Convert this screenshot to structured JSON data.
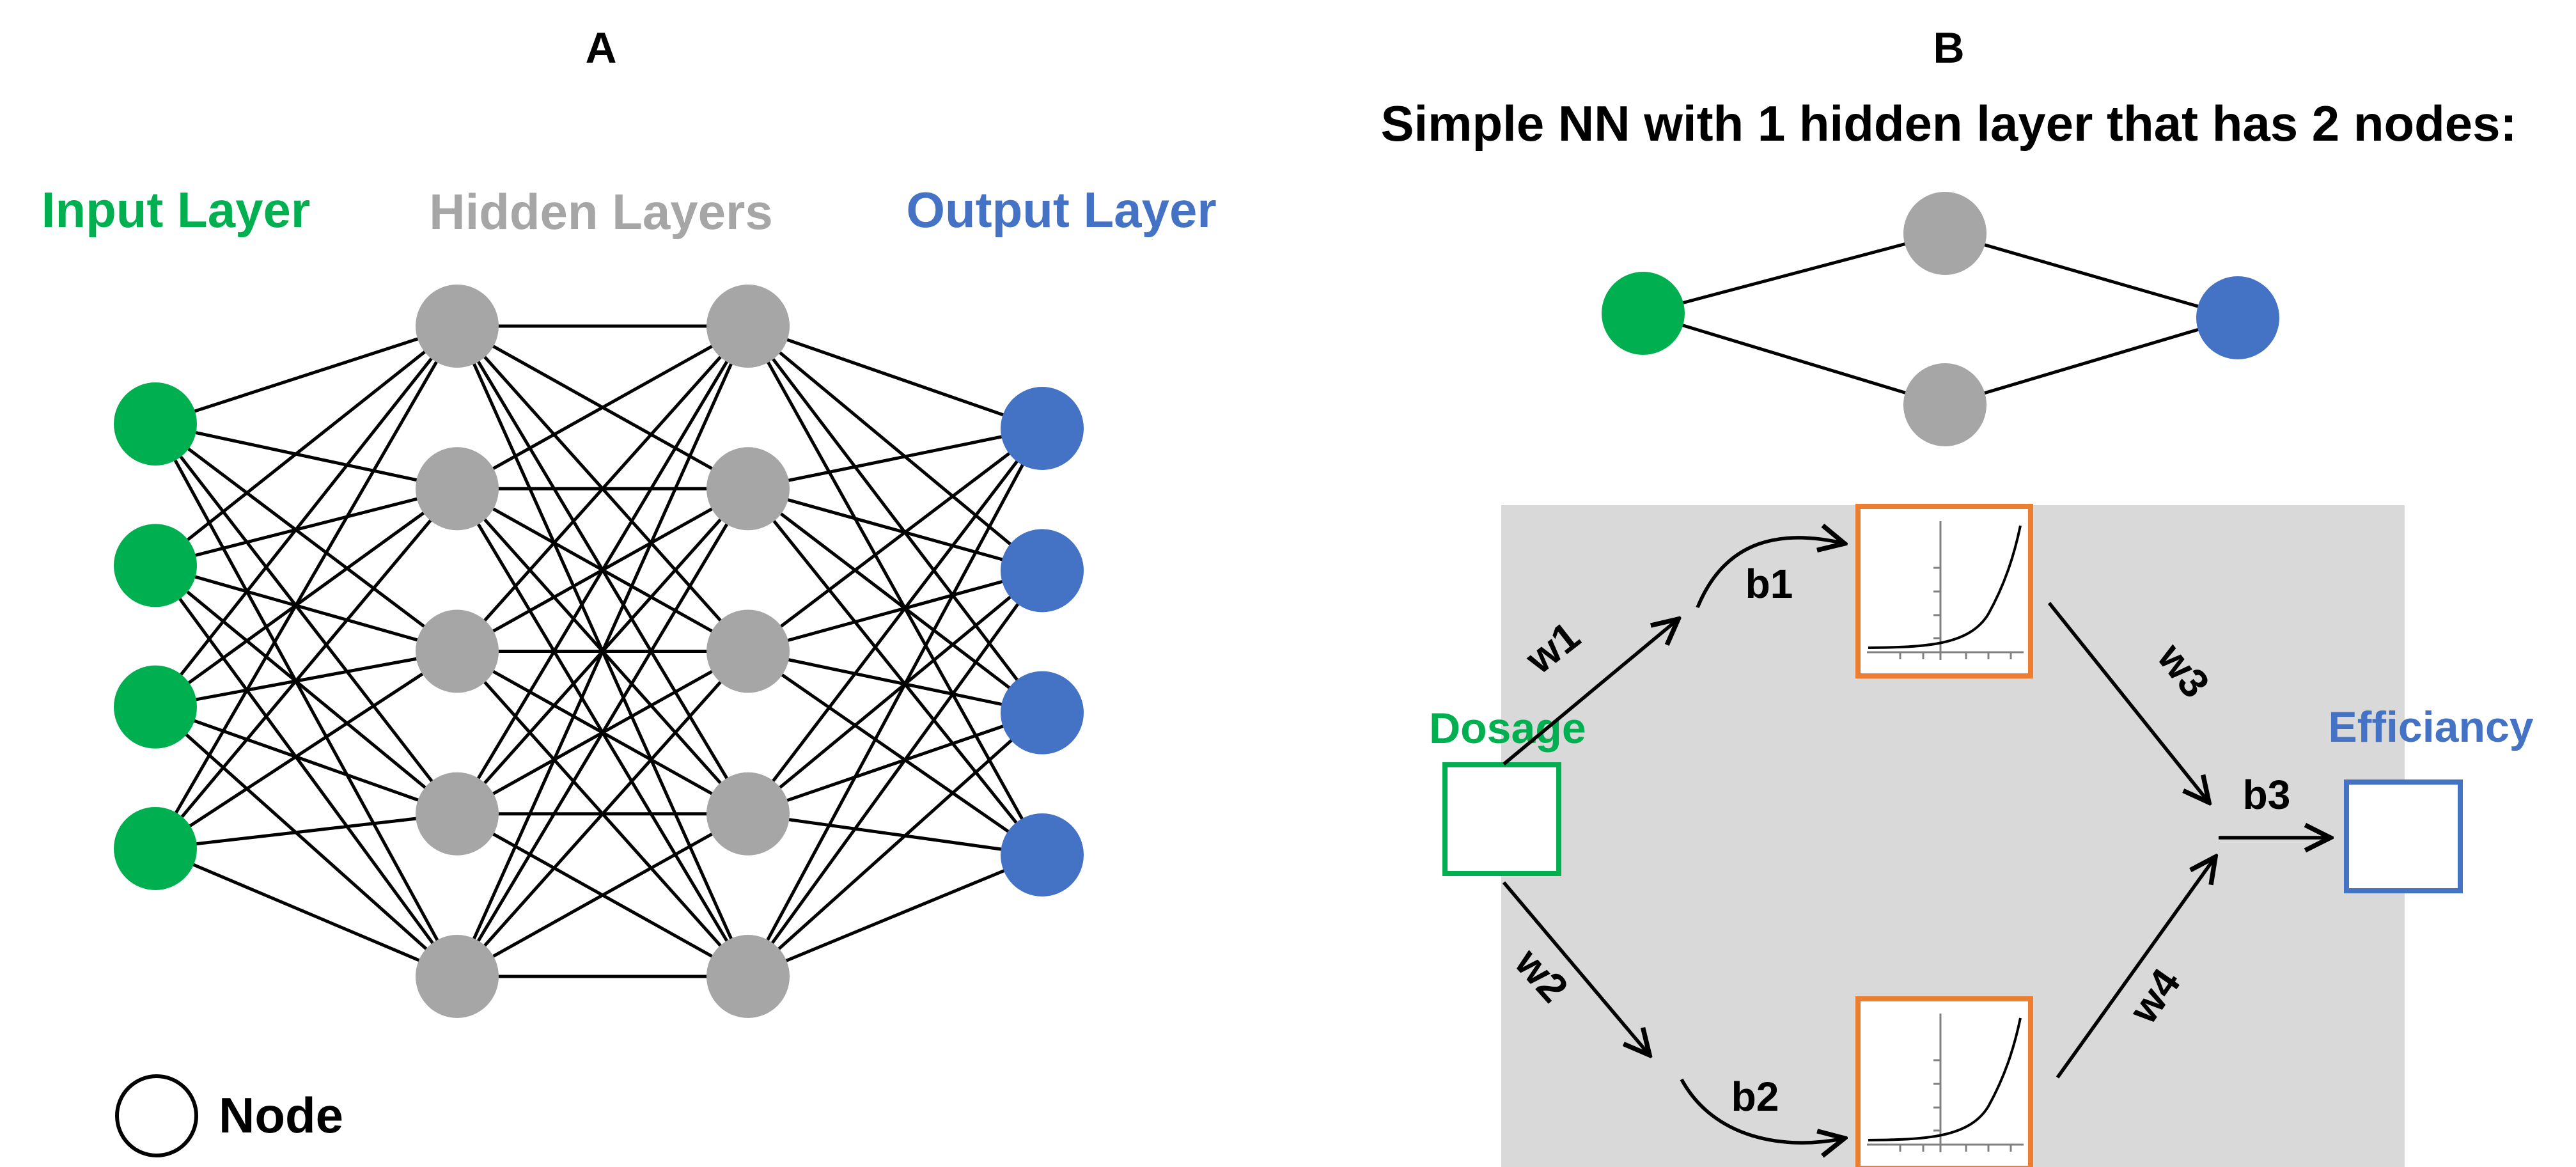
{
  "panel_a": {
    "label": "A",
    "input_label": "Input Layer",
    "hidden_label": "Hidden Layers",
    "output_label": "Output Layer",
    "legend_label": "Node",
    "node_counts": {
      "input": 4,
      "hidden_1": 5,
      "hidden_2": 5,
      "output": 4
    }
  },
  "panel_b": {
    "label": "B",
    "title": "Simple NN with 1 hidden layer that has 2 nodes:",
    "input_box_label": "Dosage",
    "output_box_label": "Efficiancy",
    "weights": [
      "w1",
      "w2",
      "w3",
      "w4"
    ],
    "biases": [
      "b1",
      "b2",
      "b3"
    ]
  },
  "colors": {
    "input": "#00b050",
    "hidden": "#a6a6a6",
    "output": "#4472c4",
    "activation_box": "#ed7d31",
    "panel_bg": "#d9d9d9",
    "edge": "#000000"
  }
}
